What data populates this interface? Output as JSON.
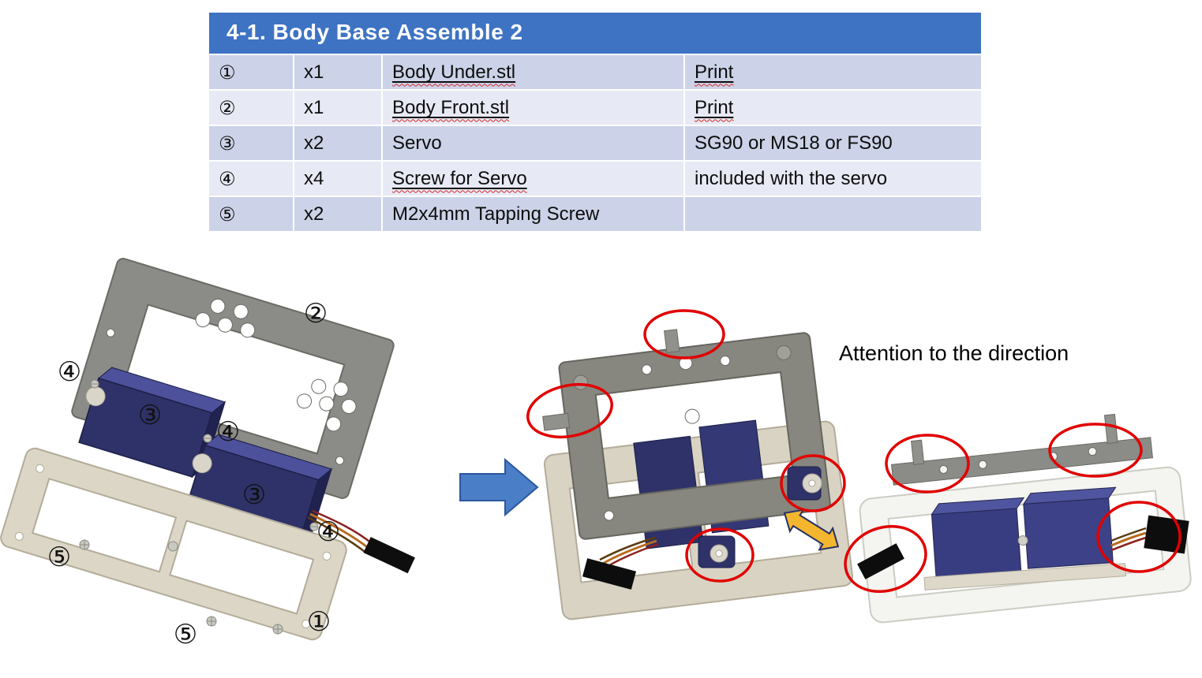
{
  "table": {
    "title": "4-1. Body Base Assemble 2",
    "rows": [
      {
        "num": "①",
        "qty": "x1",
        "name": "Body Under.stl",
        "note": "Print"
      },
      {
        "num": "②",
        "qty": "x1",
        "name": "Body Front.stl",
        "note": "Print"
      },
      {
        "num": "③",
        "qty": "x2",
        "name": "Servo",
        "note": "SG90 or MS18 or FS90"
      },
      {
        "num": "④",
        "qty": "x4",
        "name": "Screw for Servo",
        "note": "included with the servo"
      },
      {
        "num": "⑤",
        "qty": "x2",
        "name": "M2x4mm Tapping Screw",
        "note": ""
      }
    ]
  },
  "diagram": {
    "attention_note": "Attention to the direction",
    "callouts": [
      {
        "label": "②"
      },
      {
        "label": "④"
      },
      {
        "label": "③"
      },
      {
        "label": "④"
      },
      {
        "label": "③"
      },
      {
        "label": "④"
      },
      {
        "label": "⑤"
      },
      {
        "label": "⑤"
      },
      {
        "label": "①"
      }
    ]
  },
  "colors": {
    "header_blue": "#3E73C4",
    "row_dark": "#CCD3E8",
    "row_light": "#E7EAF4",
    "highlight_red": "#E10000",
    "transition_arrow_blue": "#4A7EC7",
    "direction_arrow_yellow": "#F4B62E",
    "servo_navy": "#2E3268",
    "printed_part_gray": "#8B8B87",
    "printed_part_cream": "#DCD6C7"
  }
}
